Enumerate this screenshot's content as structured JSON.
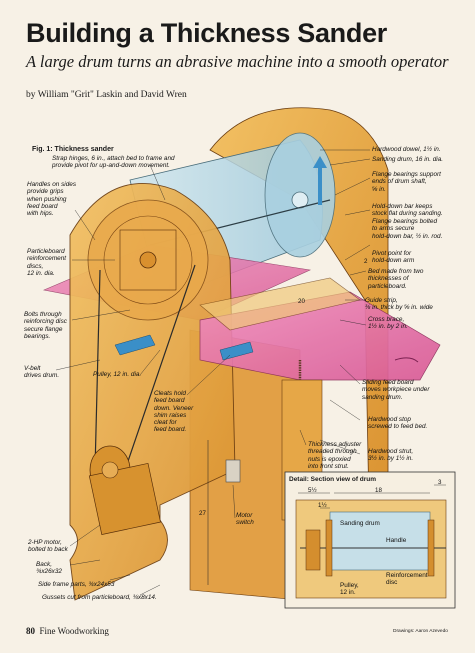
{
  "article": {
    "title": "Building a Thickness Sander",
    "subtitle": "A large drum turns an abrasive machine into a smooth operator",
    "byline": "by William \"Grit\" Laskin and David Wren"
  },
  "figure": {
    "title": "Fig. 1: Thickness sander",
    "labels": {
      "strap_hinges": "Strap hinges, 6 in., attach bed to frame and\nprovide pivot for up-and-down movement.",
      "handles": "Handles on sides\nprovide grips\nwhen pushing\nfeed board\nwith hips.",
      "particleboard_discs": "Particleboard\nreinforcement\ndiscs,\n12 in. dia.",
      "bolts": "Bolts through\nreinforcing disc\nsecure flange\nbearings.",
      "pulley": "Pulley, 12 in. dia.",
      "vbelt": "V-belt\ndrives drum.",
      "cleats": "Cleats hold\nfeed board\ndown. Veneer\nshim raises\ncleat for\nfeed board.",
      "motor_hp": "2-HP motor,\nbolted to back",
      "back": "Back,\n¾x26x32",
      "side_frame": "Side frame parts, ¾x24x53",
      "gussets": "Gussets cut from particleboard, ¾x8x14.",
      "motor_switch": "Motor\nswitch",
      "dim_27": "27",
      "dim_20": "20",
      "dim_2": "2",
      "hardwood_dowel": "Hardwood dowel, 1½ in.",
      "sanding_drum": "Sanding drum, 16 in. dia.",
      "flange_bearings_support": "Flange bearings support\nends of drum shaft,\n⅝ in.",
      "hold_down_bar": "Hold-down bar keeps\nstock flat during sanding.",
      "flange_bearings_bolted": "Flange bearings bolted\nto arms secure\nhold-down bar, ½ in. rod.",
      "pivot_point": "Pivot point for\nhold-down arm",
      "bed": "Bed made from two\nthicknesses of\nparticleboard.",
      "guide_strip": "Guide strip,\n⅜ in. thick by ⅝ in. wide",
      "cross_brace": "Cross brace,\n1½ in. by 2 in.",
      "sliding_feed_board": "Sliding feed board\nmoves workpiece under\nsanding drum.",
      "hardwood_stop": "Hardwood stop\nscrewed to feed bed.",
      "thickness_adjuster": "Thickness adjuster\nthreaded through\nnuts is epoxied\ninto front strut.",
      "hardwood_strut": "Hardwood strut,\n3½ in. by 1½ in."
    }
  },
  "detail": {
    "title": "Detail: Section view of drum",
    "dim_left": "5½",
    "dim_center": "18",
    "dim_right": "3",
    "dim_small": "1½",
    "sanding_drum": "Sanding drum",
    "handle": "Handle",
    "reinforcement_disc": "Reinforcement\ndisc",
    "pulley": "Pulley,\n12 in."
  },
  "footer": {
    "page_number": "80",
    "publication": "Fine Woodworking",
    "credit": "Drawings: Aaron Azevedo"
  },
  "colors": {
    "wood": "#e8a94a",
    "wood_dark": "#c9821f",
    "drum_glass": "#b8d8e6",
    "feed_board": "#e66fa6",
    "blue_cleat": "#3a8fc8"
  }
}
